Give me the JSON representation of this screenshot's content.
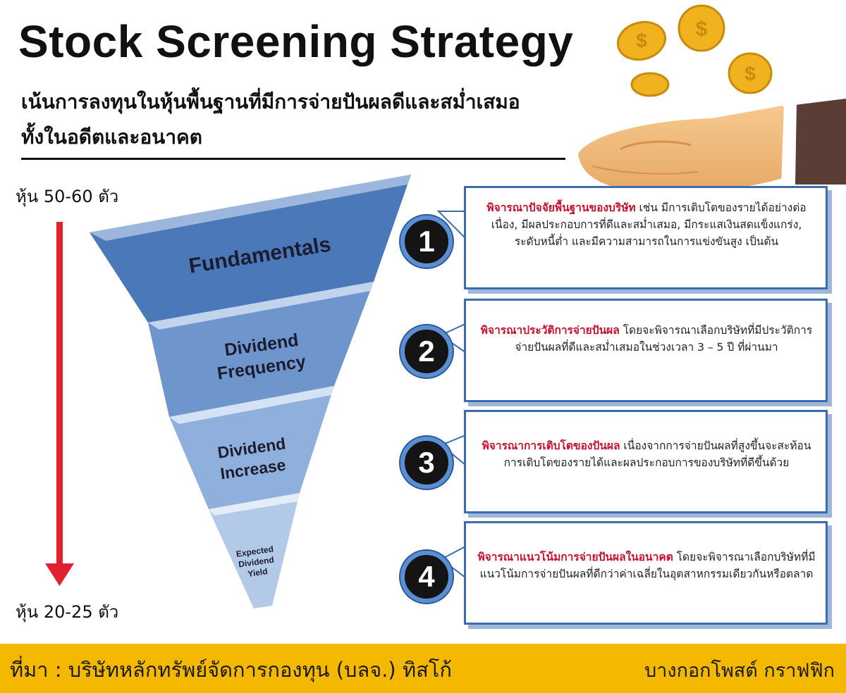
{
  "header": {
    "title": "Stock Screening Strategy",
    "subtitle_line1": "เน้นการลงทุนในหุ้นพื้นฐานที่มีการจ่ายปันผลดีและสม่ำเสมอ",
    "subtitle_line2": "ทั้งในอดีตและอนาคต"
  },
  "scale": {
    "top_label": "หุ้น 50-60 ตัว",
    "bottom_label": "หุ้น 20-25 ตัว"
  },
  "funnel": {
    "layers": [
      "Fundamentals",
      "Dividend",
      "Frequency",
      "Dividend",
      "Increase",
      "Expected",
      "Dividend",
      "Yield"
    ]
  },
  "steps": [
    {
      "number": "1",
      "highlight": "พิจารณาปัจจัยพื้นฐานของบริษัท",
      "text": " เช่น มีการเติบโตของรายได้อย่างต่อเนื่อง, มีผลประกอบการที่ดีและสม่ำเสมอ, มีกระแสเงินสดแข็งแกร่ง, ระดับหนี้ต่ำ และมีความสามารถในการแข่งขันสูง เป็นต้น"
    },
    {
      "number": "2",
      "highlight": "พิจารณาประวัติการจ่ายปันผล",
      "text": " โดยจะพิจารณาเลือกบริษัทที่มีประวัติการจ่ายปันผลที่ดีและสม่ำเสมอในช่วงเวลา 3 – 5 ปี ที่ผ่านมา"
    },
    {
      "number": "3",
      "highlight": "พิจารณาการเติบโตของปันผล",
      "text": " เนื่องจากการจ่ายปันผลที่สูงขึ้นจะสะท้อนการเติบโตของรายได้และผลประกอบการของบริษัทที่ดีขึ้นด้วย"
    },
    {
      "number": "4",
      "highlight": "พิจารณาแนวโน้มการจ่ายปันผลในอนาคต",
      "text": " โดยจะพิจารณาเลือกบริษัทที่มีแนวโน้มการจ่ายปันผลที่ดีกว่าค่าเฉลี่ยในอุตสาหกรรมเดียวกันหรือตลาด"
    }
  ],
  "footer": {
    "source": "ที่มา : บริษัทหลักทรัพย์จัดการกองทุน (บลจ.) ทิสโก้",
    "credit": "บางกอกโพสต์ กราฟฟิก"
  },
  "colors": {
    "funnel_top": "#4a78b8",
    "funnel_bottom": "#b9cbe8",
    "arrow": "#e0212e",
    "highlight": "#c8102e",
    "footer": "#f5b800",
    "coin": "#f0b21e"
  }
}
